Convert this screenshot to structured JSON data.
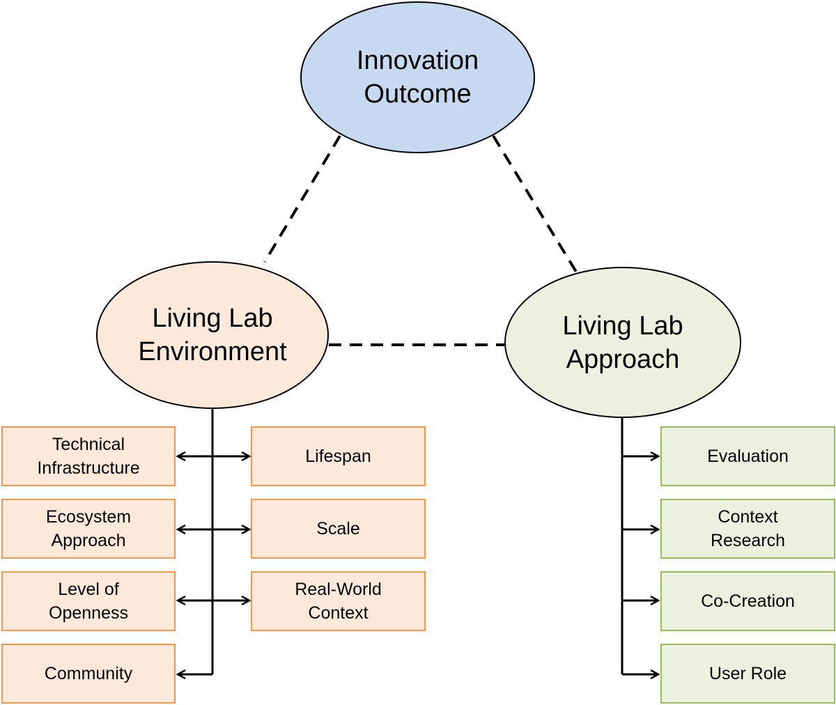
{
  "colors": {
    "innovation_fill": "#c6d9f1",
    "environment_fill": "#fde9d9",
    "approach_fill": "#ebf1de",
    "environment_box_fill": "#fde9d9",
    "environment_box_border": "#f79646",
    "approach_box_fill": "#ebf1de",
    "approach_box_border": "#9bbb59",
    "line": "#000000"
  },
  "nodes": {
    "innovation": "Innovation\nOutcome",
    "environment": "Living Lab\nEnvironment",
    "approach": "Living Lab\nApproach"
  },
  "environment_dimensions": {
    "left": [
      "Technical\nInfrastructure",
      "Ecosystem\nApproach",
      "Level of\nOpenness",
      "Community"
    ],
    "right": [
      "Lifespan",
      "Scale",
      "Real-World\nContext"
    ]
  },
  "approach_dimensions": [
    "Evaluation",
    "Context\nResearch",
    "Co-Creation",
    "User Role"
  ]
}
